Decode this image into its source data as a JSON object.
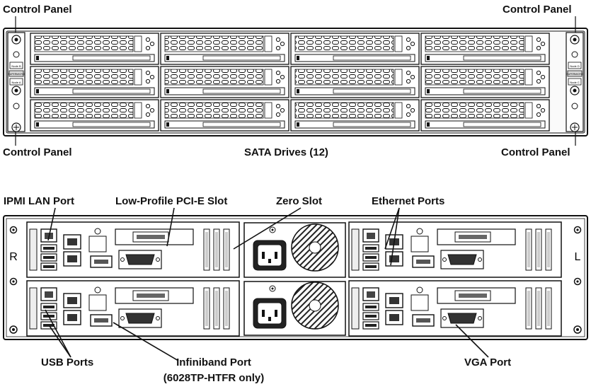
{
  "front": {
    "control_panel_labels": [
      "Control Panel",
      "Control Panel",
      "Control Panel",
      "Control Panel"
    ],
    "drives_label": "SATA Drives (12)",
    "drive_rows": 3,
    "drive_cols": 4,
    "left_panel": {
      "node_top": "Node B",
      "brand": "SUPERMICRO",
      "node_bottom": "Node A"
    },
    "right_panel": {
      "node_top": "Node D",
      "brand": "SUPERMICRO",
      "node_bottom": "Node C"
    }
  },
  "rear": {
    "ipmi_label": "IPMI LAN Port",
    "pcie_label": "Low-Profile PCI-E Slot",
    "zero_slot_label": "Zero Slot",
    "ethernet_label": "Ethernet Ports",
    "usb_label": "USB Ports",
    "infiniband_label_line1": "Infiniband Port",
    "infiniband_label_line2": "(6028TP-HTFR only)",
    "vga_label": "VGA Port",
    "side_left": "R",
    "side_right": "L"
  },
  "colors": {
    "line": "#111111",
    "fill_light": "#f4f4f4",
    "fill_mid": "#cfcfcf",
    "fill_dark": "#3a3a3a"
  }
}
